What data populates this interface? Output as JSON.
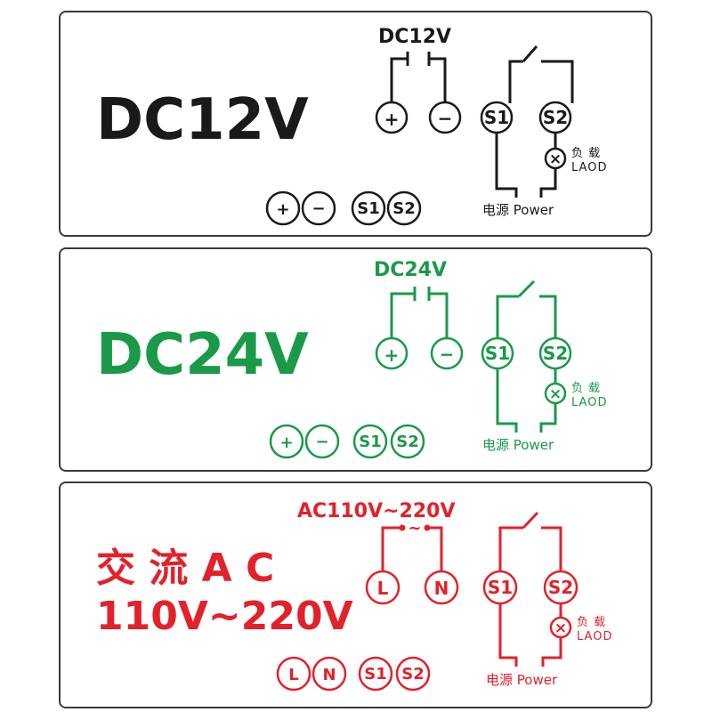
{
  "colors": {
    "dc12": "#1a1a1a",
    "dc24": "#1a9a48",
    "ac": "#e3212a"
  },
  "panels": [
    {
      "title": "DC12V",
      "supply_label": "DC12V",
      "terminals": [
        "+",
        "−",
        "S1",
        "S2"
      ],
      "bottom_terminals": [
        "+",
        "−",
        "S1",
        "S2"
      ],
      "load_cn": "负 载",
      "load_en": "LAOD",
      "load_symbol": "×",
      "power_label": "电源 Power"
    },
    {
      "title": "DC24V",
      "supply_label": "DC24V",
      "terminals": [
        "+",
        "−",
        "S1",
        "S2"
      ],
      "bottom_terminals": [
        "+",
        "−",
        "S1",
        "S2"
      ],
      "load_cn": "负 载",
      "load_en": "LAOD",
      "load_symbol": "×",
      "power_label": "电源 Power"
    },
    {
      "title_line1": "交 流 A C",
      "title_line2": "110V~220V",
      "supply_label": "AC110V~220V",
      "ac_tilde": "~",
      "terminals": [
        "L",
        "N",
        "S1",
        "S2"
      ],
      "bottom_terminals": [
        "L",
        "N",
        "S1",
        "S2"
      ],
      "load_cn": "负 载",
      "load_en": "LAOD",
      "load_symbol": "×",
      "power_label": "电源 Power"
    }
  ]
}
